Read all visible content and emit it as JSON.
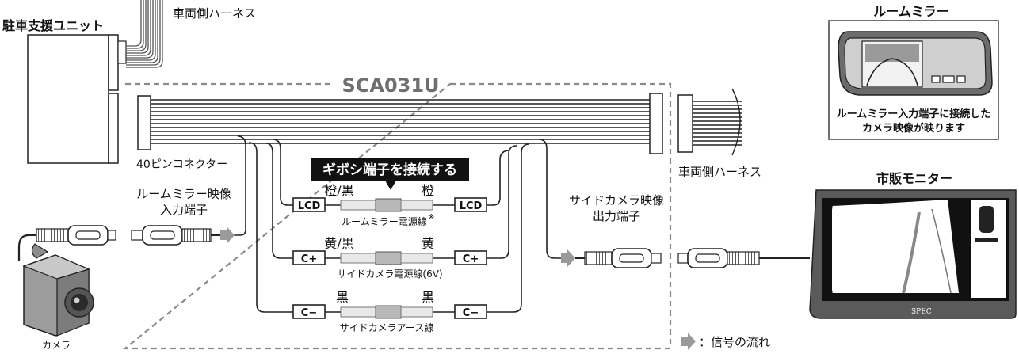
{
  "labels": {
    "parking_unit": "駐車支援ユニット",
    "vehicle_harness_top": "車両側ハーネス",
    "vehicle_harness_right": "車両側ハーネス",
    "product_code": "SCA031U",
    "connector_40pin": "40ピンコネクター",
    "giboshi_banner": "ギボシ端子を接続する",
    "mirror_input": "ルームミラー映像\n入力端子",
    "side_output": "サイドカメラ映像\n出力端子",
    "camera": "カメラ",
    "room_mirror": "ルームミラー",
    "mirror_note": "ルームミラー入力端子に接続した\nカメラ映像が映ります",
    "monitor": "市販モニター",
    "monitor_brand": "SPEC",
    "flow_legend": "：信号の流れ"
  },
  "wires": [
    {
      "tag_left": "LCD",
      "tag_right": "LCD",
      "color_left": "橙/黒",
      "color_right": "橙",
      "name": "ルームミラー電源線",
      "note_mark": "※"
    },
    {
      "tag_left": "C+",
      "tag_right": "C+",
      "color_left": "黄/黒",
      "color_right": "黄",
      "name": "サイドカメラ電源線(6V)",
      "note_mark": ""
    },
    {
      "tag_left": "C−",
      "tag_right": "C−",
      "color_left": "黒",
      "color_right": "黒",
      "name": "サイドカメラアース線",
      "note_mark": ""
    }
  ],
  "colors": {
    "line": "#222222",
    "dash_border": "#8a8a8a",
    "banner_bg": "#111111",
    "banner_text": "#ffffff",
    "arrow": "#9a9a9a"
  },
  "icons": {
    "camera": "camera-icon",
    "mirror": "room-mirror-icon",
    "monitor": "monitor-icon",
    "rca": "rca-plug-icon",
    "arrow": "signal-arrow-icon"
  }
}
